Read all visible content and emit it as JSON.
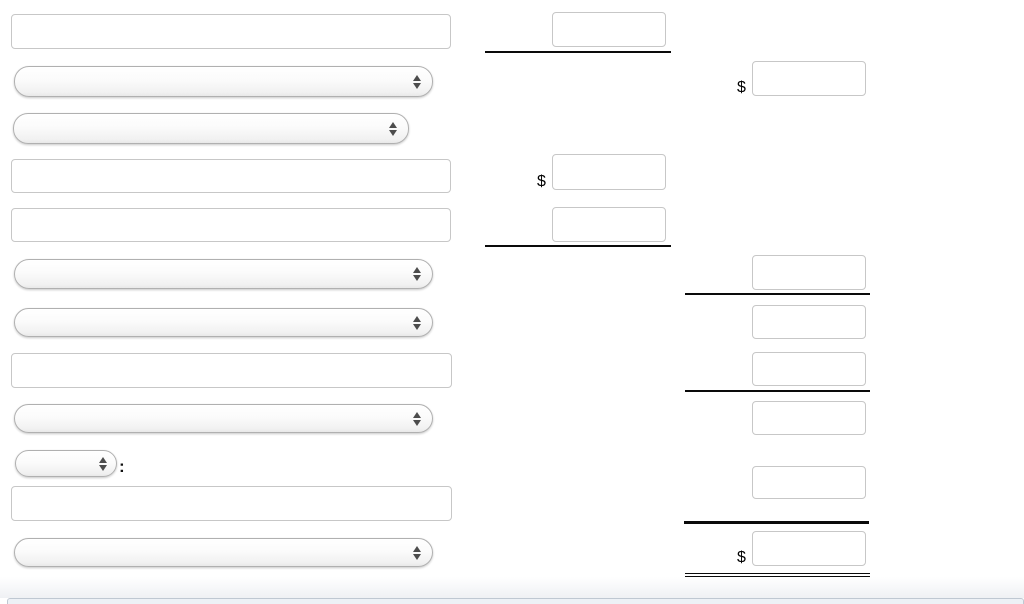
{
  "symbols": {
    "dollar": "$",
    "colon": ":"
  },
  "colors": {
    "rule_line": "#0a0a0a",
    "input_border": "#c7c7c7",
    "select_border": "#b0b0b0",
    "select_arrow": "#4c4c4c",
    "panel_border": "#bfc8d2",
    "panel_fill": "#edf1f6"
  },
  "left_column": [
    {
      "id": "text-field-1",
      "type": "text",
      "value": "",
      "placeholder": ""
    },
    {
      "id": "dropdown-1",
      "type": "select",
      "selected": ""
    },
    {
      "id": "dropdown-2",
      "type": "select",
      "selected": ""
    },
    {
      "id": "text-field-2",
      "type": "text",
      "value": "",
      "placeholder": ""
    },
    {
      "id": "text-field-3",
      "type": "text",
      "value": "",
      "placeholder": ""
    },
    {
      "id": "dropdown-3",
      "type": "select",
      "selected": ""
    },
    {
      "id": "dropdown-4",
      "type": "select",
      "selected": ""
    },
    {
      "id": "text-field-4",
      "type": "text",
      "value": "",
      "placeholder": ""
    },
    {
      "id": "dropdown-5",
      "type": "select",
      "selected": ""
    },
    {
      "id": "dropdown-6-small",
      "type": "select",
      "selected": ""
    },
    {
      "id": "text-field-5",
      "type": "text",
      "value": "",
      "placeholder": ""
    },
    {
      "id": "dropdown-7",
      "type": "select",
      "selected": ""
    }
  ],
  "middle_column": [
    {
      "id": "amount-m1",
      "type": "text",
      "value": "",
      "dollar_prefix": false,
      "rule_below": "single"
    },
    {
      "id": "amount-m2",
      "type": "text",
      "value": "",
      "dollar_prefix": true,
      "rule_below": "none"
    },
    {
      "id": "amount-m3",
      "type": "text",
      "value": "",
      "dollar_prefix": false,
      "rule_below": "single"
    }
  ],
  "right_column": [
    {
      "id": "amount-r1",
      "type": "text",
      "value": "",
      "dollar_prefix": true,
      "rule_below": "none"
    },
    {
      "id": "amount-r2",
      "type": "text",
      "value": "",
      "dollar_prefix": false,
      "rule_below": "single"
    },
    {
      "id": "amount-r3",
      "type": "text",
      "value": "",
      "dollar_prefix": false,
      "rule_below": "none"
    },
    {
      "id": "amount-r4",
      "type": "text",
      "value": "",
      "dollar_prefix": false,
      "rule_below": "single"
    },
    {
      "id": "amount-r5",
      "type": "text",
      "value": "",
      "dollar_prefix": false,
      "rule_below": "none"
    },
    {
      "id": "amount-r6",
      "type": "text",
      "value": "",
      "dollar_prefix": false,
      "rule_below": "thick"
    },
    {
      "id": "amount-r7",
      "type": "text",
      "value": "",
      "dollar_prefix": true,
      "rule_below": "double"
    }
  ]
}
